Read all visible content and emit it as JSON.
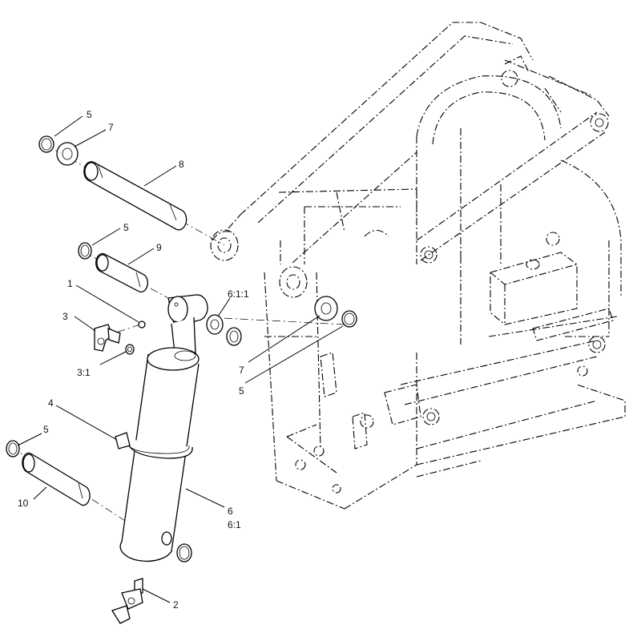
{
  "callouts": {
    "c5_top": "5",
    "c7_top": "7",
    "c8": "8",
    "c5_mid": "5",
    "c9": "9",
    "c1": "1",
    "c6_1_1": "6:1:1",
    "c3": "3",
    "c3_1": "3:1",
    "c7_right": "7",
    "c5_right": "5",
    "c4": "4",
    "c5_low": "5",
    "c10": "10",
    "c6": "6",
    "c6_1": "6:1",
    "c2": "2"
  }
}
